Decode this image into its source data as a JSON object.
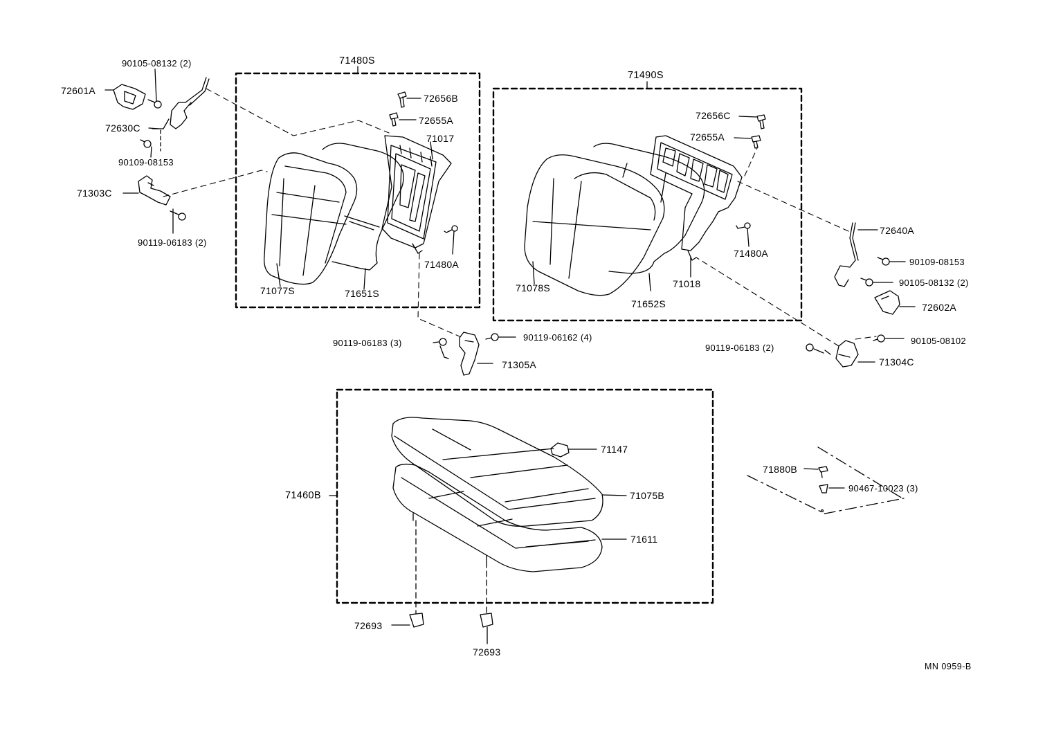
{
  "diagram": {
    "reference": "MN 0959-B",
    "line_color": "#000000",
    "background": "#ffffff"
  },
  "groups": {
    "left_seatback": "71480S",
    "right_seatback": "71490S",
    "seat_cushion": "71460B"
  },
  "parts": {
    "p90105_08132_l": "90105-08132 (2)",
    "p72601A": "72601A",
    "p72630C": "72630C",
    "p90109_08153_l": "90109-08153",
    "p71303C": "71303C",
    "p90119_06183_2l": "90119-06183 (2)",
    "p72656B": "72656B",
    "p72655A_l": "72655A",
    "p71017": "71017",
    "p71480A_l": "71480A",
    "p71077S": "71077S",
    "p71651S": "71651S",
    "p72656C": "72656C",
    "p72655A_r": "72655A",
    "p71480A_r": "71480A",
    "p71078S": "71078S",
    "p71652S": "71652S",
    "p71018": "71018",
    "p72640A": "72640A",
    "p90109_08153_r": "90109-08153",
    "p90105_08132_r": "90105-08132 (2)",
    "p72602A": "72602A",
    "p90119_06183_3": "90119-06183 (3)",
    "p90119_06162_4": "90119-06162 (4)",
    "p71305A": "71305A",
    "p90119_06183_2r": "90119-06183 (2)",
    "p90105_08102": "90105-08102",
    "p71304C": "71304C",
    "p71147": "71147",
    "p71075B": "71075B",
    "p71611": "71611",
    "p72693_a": "72693",
    "p72693_b": "72693",
    "p71880B": "71880B",
    "p90467_10023": "90467-10023 (3)"
  }
}
